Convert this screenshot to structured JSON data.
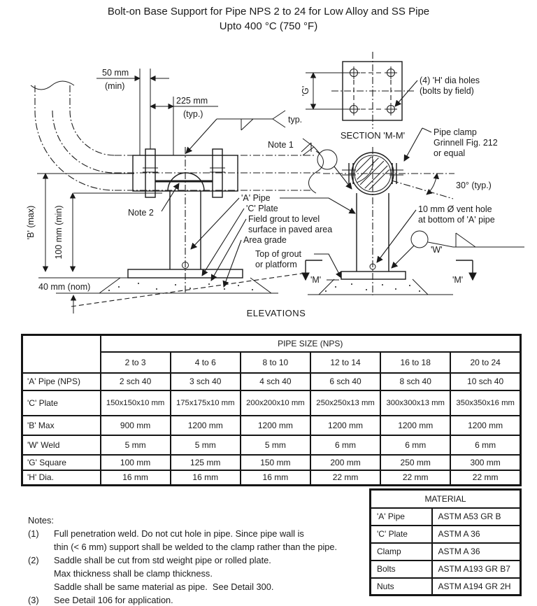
{
  "title": {
    "line1": "Bolt-on Base Support for Pipe NPS 2 to 24 for Low Alloy and SS Pipe",
    "line2": "Upto 400 °C (750 °F)"
  },
  "drawing": {
    "caption": "ELEVATIONS",
    "left": {
      "dim_50_top": "50 mm",
      "dim_50_bottom": "(min)",
      "dim_225_top": "225 mm",
      "dim_225_bottom": "(typ.)",
      "weld_typ": "typ.",
      "note1": "Note 1",
      "note2": "Note 2",
      "dim_b": "'B' (max)",
      "dim_100": "100 mm (min)",
      "dim_40": "40 mm (nom)",
      "label_a_pipe": "'A' Pipe",
      "label_c_plate": "'C' Plate",
      "label_field_grout_1": "Field grout to level",
      "label_field_grout_2": "surface in paved area",
      "label_area_grade": "Area grade",
      "label_top_grout_1": "Top of grout",
      "label_top_grout_2": "or platform",
      "m_left": "'M'",
      "m_right": "'M'"
    },
    "right": {
      "dim_g": "'G'",
      "holes_1": "(4) 'H' dia holes",
      "holes_2": "(bolts by field)",
      "section": "SECTION 'M-M'",
      "clamp_1": "Pipe clamp",
      "clamp_2": "Grinnell Fig. 212",
      "clamp_3": "or equal",
      "angle": "30° (typ.)",
      "vent_1": "10 mm Ø vent hole",
      "vent_2": "at bottom of 'A' pipe",
      "weld_w": "'W'"
    }
  },
  "size_table": {
    "group_header": "PIPE SIZE (NPS)",
    "columns": [
      "2 to 3",
      "4 to 6",
      "8 to 10",
      "12 to 14",
      "16 to 18",
      "20 to 24"
    ],
    "rows": [
      {
        "label": "'A' Pipe (NPS)",
        "values": [
          "2 sch 40",
          "3 sch 40",
          "4 sch 40",
          "6 sch 40",
          "8 sch 40",
          "10 sch 40"
        ]
      },
      {
        "label": "'C' Plate",
        "values": [
          "150x150x10 mm",
          "175x175x10 mm",
          "200x200x10 mm",
          "250x250x13 mm",
          "300x300x13 mm",
          "350x350x16 mm"
        ]
      },
      {
        "label": "'B' Max",
        "values": [
          "900 mm",
          "1200 mm",
          "1200 mm",
          "1200 mm",
          "1200 mm",
          "1200 mm"
        ]
      },
      {
        "label": "'W' Weld",
        "values": [
          "5 mm",
          "5 mm",
          "5 mm",
          "6 mm",
          "6 mm",
          "6 mm"
        ]
      },
      {
        "label": "'G' Square",
        "values": [
          "100 mm",
          "125 mm",
          "150 mm",
          "200 mm",
          "250 mm",
          "300 mm"
        ]
      },
      {
        "label": "'H' Dia.",
        "values": [
          "16 mm",
          "16 mm",
          "16 mm",
          "22 mm",
          "22 mm",
          "22 mm"
        ]
      }
    ]
  },
  "notes": {
    "heading": "Notes:",
    "items": [
      {
        "num": "(1)",
        "lines": [
          "Full penetration weld. Do not cut hole in pipe. Since pipe wall is",
          "thin (< 6 mm) support shall be welded to the clamp rather than the pipe."
        ]
      },
      {
        "num": "(2)",
        "lines": [
          "Saddle shall be cut from std weight pipe or rolled plate.",
          "Max thickness shall be clamp thickness.",
          "Saddle shall be same material as pipe.  See Detail 300."
        ]
      },
      {
        "num": "(3)",
        "lines": [
          "See Detail 106 for application."
        ]
      }
    ]
  },
  "material_table": {
    "header": "MATERIAL",
    "rows": [
      {
        "part": "'A' Pipe",
        "spec": "ASTM A53 GR B"
      },
      {
        "part": "'C' Plate",
        "spec": "ASTM A 36"
      },
      {
        "part": "Clamp",
        "spec": "ASTM A 36"
      },
      {
        "part": "Bolts",
        "spec": "ASTM A193 GR B7"
      },
      {
        "part": "Nuts",
        "spec": "ASTM A194 GR 2H"
      }
    ]
  },
  "colors": {
    "ink": "#1a1a1a",
    "paper": "#ffffff"
  }
}
